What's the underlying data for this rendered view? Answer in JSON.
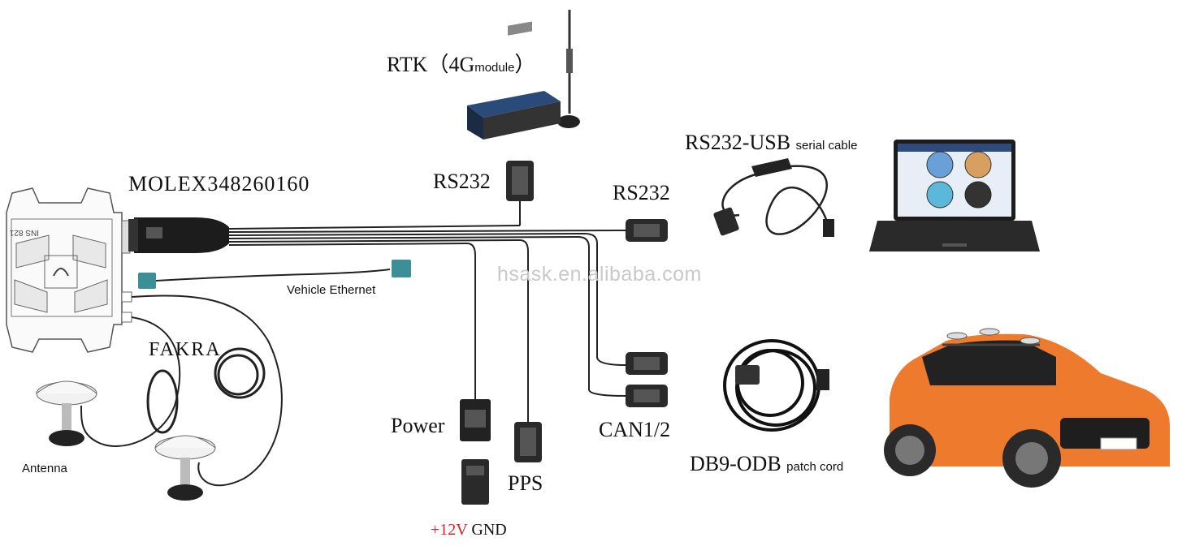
{
  "labels": {
    "rtk": "RTK（4G",
    "rtk_small": "module",
    "rtk_close": "）",
    "molex": "MOLEX348260160",
    "rs232_top": "RS232",
    "rs232_right": "RS232",
    "rs232_usb": "RS232-USB",
    "rs232_usb_small": "serial cable",
    "vehicle_ethernet": "Vehicle Ethernet",
    "fakra": "FAKRA",
    "antenna": "Antenna",
    "power": "Power",
    "pps": "PPS",
    "can": "CAN1/2",
    "db9_odb": "DB9-ODB",
    "db9_odb_small": "patch cord",
    "plus12v": "+12V",
    "gnd": "GND"
  },
  "device_text": "INS 821",
  "watermark": "hsask.en.alibaba.com",
  "colors": {
    "accent_red": "#e02020",
    "car_orange": "#ee7a2e",
    "teal": "#3c8e97",
    "cable": "#222222"
  },
  "icons": {
    "antenna_mast": "4g-antenna-icon",
    "modem": "rtk-modem-icon",
    "laptop": "laptop-icon",
    "car": "suv-car-icon",
    "gnss": "gnss-antenna-icon"
  }
}
